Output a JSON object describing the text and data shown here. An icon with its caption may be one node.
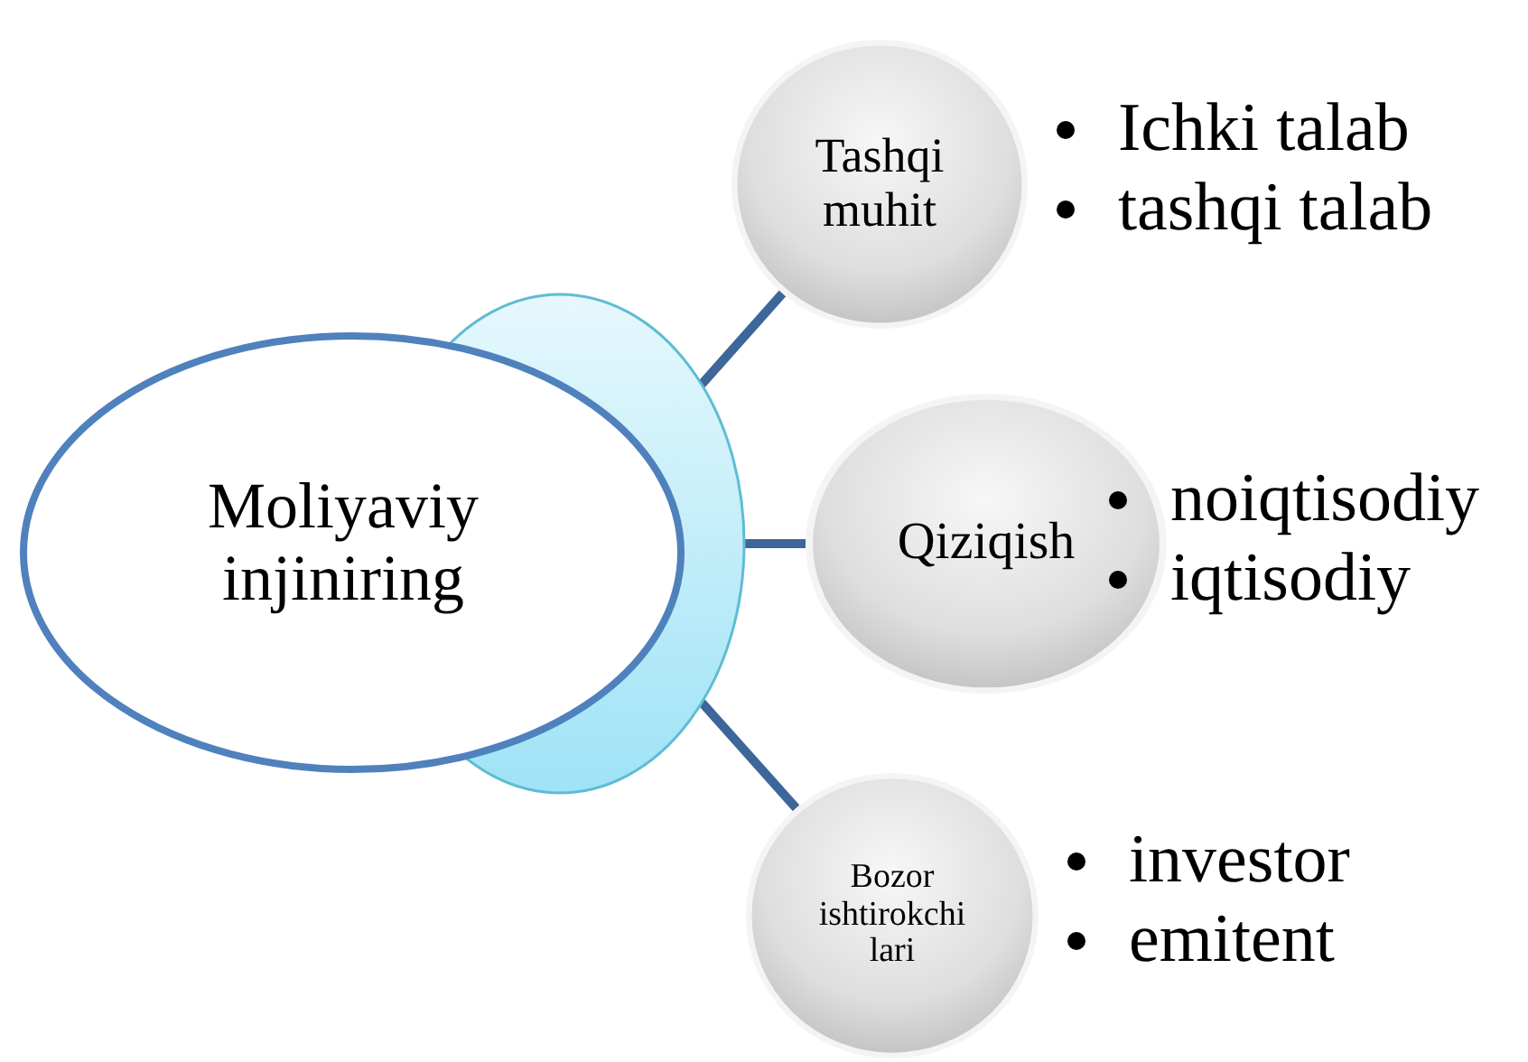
{
  "diagram": {
    "nodes": [
      {
        "text": [
          "Moliyaviy injiniring"
        ]
      },
      {
        "text": [
          "Tashqi muhit"
        ],
        "beside": [
          "Ichki talab",
          "tashqi talab"
        ]
      },
      {
        "text": [
          "Qiziqish"
        ],
        "beside": [
          "noiqtisodiy",
          "iqtisodiy"
        ]
      },
      {
        "text": [
          "Bozor ishtirokchi lari"
        ],
        "beside": [
          "investor",
          "emitent"
        ]
      }
    ],
    "edges": [
      {
        "from": 0,
        "to": 1,
        "arrow": "none"
      },
      {
        "from": 0,
        "to": 2,
        "arrow": "none"
      },
      {
        "from": 0,
        "to": 3,
        "arrow": "none"
      }
    ]
  }
}
